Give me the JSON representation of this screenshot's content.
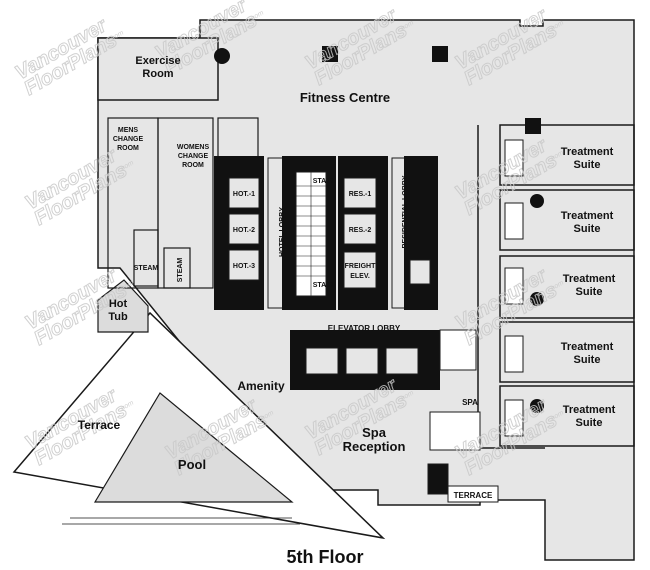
{
  "plan": {
    "floor_title": "5th Floor",
    "watermark": {
      "line1": "Vancouver",
      "line2": "FloorPlans",
      "suffix": ".com"
    },
    "colors": {
      "floor_fill": "#e6e6e6",
      "wall": "#1a1a1a",
      "core": "#111111",
      "background": "#ffffff"
    },
    "rooms": {
      "exercise_room": {
        "line1": "Exercise",
        "line2": "Room"
      },
      "fitness_centre": "Fitness Centre",
      "mens_change": {
        "line1": "MENS",
        "line2": "CHANGE",
        "line3": "ROOM"
      },
      "womens_change": {
        "line1": "WOMENS",
        "line2": "CHANGE",
        "line3": "ROOM"
      },
      "steam_1": "STEAM",
      "steam_2": "STEAM",
      "hot_tub": {
        "line1": "Hot",
        "line2": "Tub"
      },
      "terrace": "Terrace",
      "pool": "Pool",
      "amenity": "Amenity",
      "spa_reception": {
        "line1": "Spa",
        "line2": "Reception"
      },
      "spa": "SPA",
      "terrace_small": "TERRACE",
      "elevator_lobby": "ELEVATOR LOBBY",
      "hotel_lobby": "HOTEL LOBBY",
      "residential_lobby": "RESIDENTIAL LOBBY",
      "stair_top": "STAIR",
      "stair_bottom": "STAIR"
    },
    "elevators": {
      "hotel": [
        "HOT.-1",
        "HOT.-2",
        "HOT.-3"
      ],
      "residential": [
        "RES.-1",
        "RES.-2"
      ],
      "freight": {
        "line1": "FREIGHT",
        "line2": "ELEV."
      }
    },
    "treatment_suites": [
      {
        "line1": "Treatment",
        "line2": "Suite"
      },
      {
        "line1": "Treatment",
        "line2": "Suite"
      },
      {
        "line1": "Treatment",
        "line2": "Suite"
      },
      {
        "line1": "Treatment",
        "line2": "Suite"
      },
      {
        "line1": "Treatment",
        "line2": "Suite"
      }
    ]
  }
}
